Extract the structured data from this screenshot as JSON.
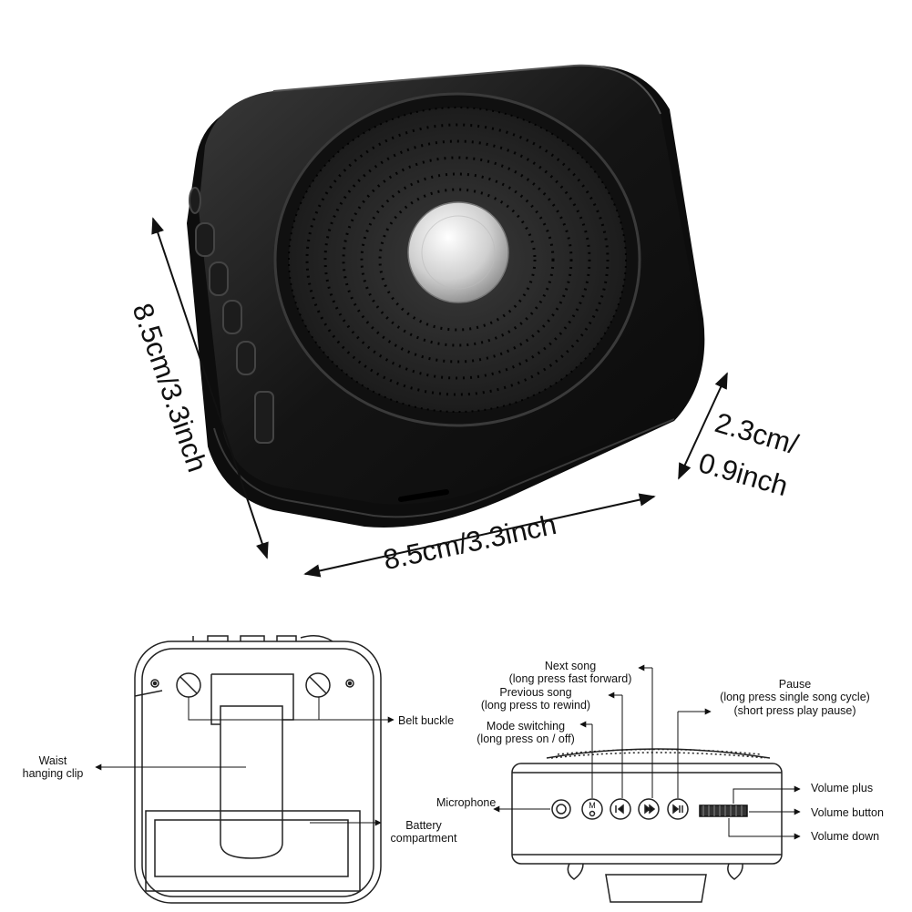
{
  "dimensions": {
    "width": "8.5cm/3.3inch",
    "height": "8.5cm/3.3inch",
    "depth_line1": "2.3cm/",
    "depth_line2": "0.9inch"
  },
  "back_view": {
    "belt_buckle": "Belt buckle",
    "waist_line1": "Waist",
    "waist_line2": "hanging clip",
    "battery_line1": "Battery",
    "battery_line2": "compartment"
  },
  "side_view": {
    "next_line1": "Next song",
    "next_line2": "(long press fast forward)",
    "prev_line1": "Previous song",
    "prev_line2": "(long press to rewind)",
    "mode_line1": "Mode switching",
    "mode_line2": "(long press on / off)",
    "pause_line1": "Pause",
    "pause_line2": "(long press single song cycle)",
    "pause_line3": "(short press play pause)",
    "microphone": "Microphone",
    "volume_plus": "Volume plus",
    "volume_button": "Volume button",
    "volume_down": "Volume down"
  },
  "colors": {
    "body": "#1a1a1a",
    "grille": "#2a2a2a",
    "knob": "#d8d8d8",
    "line": "#111111"
  },
  "icons": [
    "speaker-body",
    "metal-knob",
    "screw-icon",
    "mode-button-icon",
    "prev-button-icon",
    "next-button-icon",
    "play-pause-icon",
    "volume-wheel-icon",
    "microphone-jack-icon"
  ]
}
